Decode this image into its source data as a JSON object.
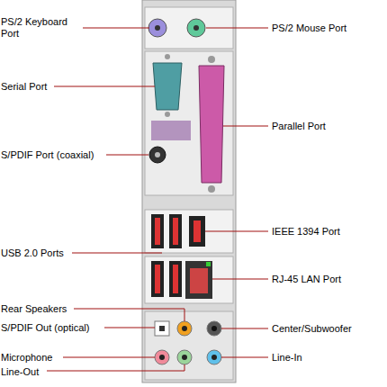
{
  "diagram": {
    "labels": [
      "PS/2 Keyboard Port",
      "PS/2 Mouse Port",
      "Serial Port",
      "Parallel Port",
      "S/PDIF Port (coaxial)",
      "IEEE 1394 Port",
      "USB 2.0 Ports",
      "RJ-45 LAN Port",
      "Rear Speakers",
      "S/PDIF Out (optical)",
      "Center/Subwoofer",
      "Microphone",
      "Line-In",
      "Line-Out"
    ]
  }
}
